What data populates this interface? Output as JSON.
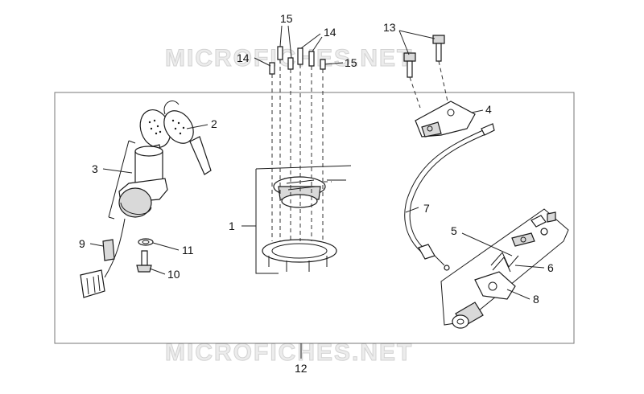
{
  "watermark": {
    "text": "MICROFICHES.NET"
  },
  "callouts": [
    {
      "id": "1",
      "label": "1"
    },
    {
      "id": "2",
      "label": "2"
    },
    {
      "id": "3",
      "label": "3"
    },
    {
      "id": "4",
      "label": "4"
    },
    {
      "id": "5",
      "label": "5"
    },
    {
      "id": "6",
      "label": "6"
    },
    {
      "id": "7",
      "label": "7"
    },
    {
      "id": "8",
      "label": "8"
    },
    {
      "id": "9",
      "label": "9"
    },
    {
      "id": "10",
      "label": "10"
    },
    {
      "id": "11",
      "label": "11"
    },
    {
      "id": "12",
      "label": "12"
    },
    {
      "id": "13",
      "label": "13"
    },
    {
      "id": "14a",
      "label": "14"
    },
    {
      "id": "14b",
      "label": "14"
    },
    {
      "id": "15a",
      "label": "15"
    },
    {
      "id": "15b",
      "label": "15"
    }
  ]
}
